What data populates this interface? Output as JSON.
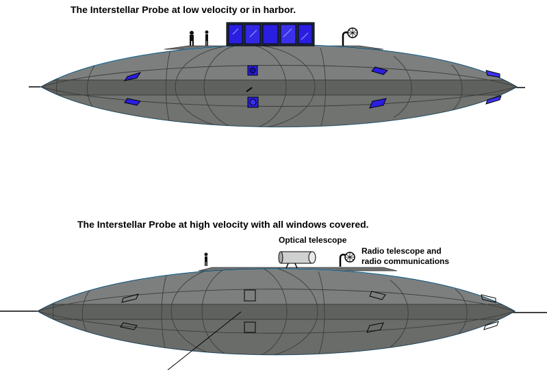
{
  "diagram": {
    "top_view": {
      "caption": "The Interstellar Probe at low velocity or in harbor."
    },
    "bottom_view": {
      "caption": "The Interstellar Probe at high velocity with all windows covered.",
      "optical_label": "Optical telescope",
      "radio_label_line1": "Radio telescope and",
      "radio_label_line2": "radio communications"
    }
  },
  "colors": {
    "hull": "#7d7f7e",
    "hull_dark": "#5f615f",
    "hull_band": "#555755",
    "window_blue": "#2a1ee0",
    "edge_blue": "#3aa0d8",
    "outline": "#1a1a1a"
  }
}
